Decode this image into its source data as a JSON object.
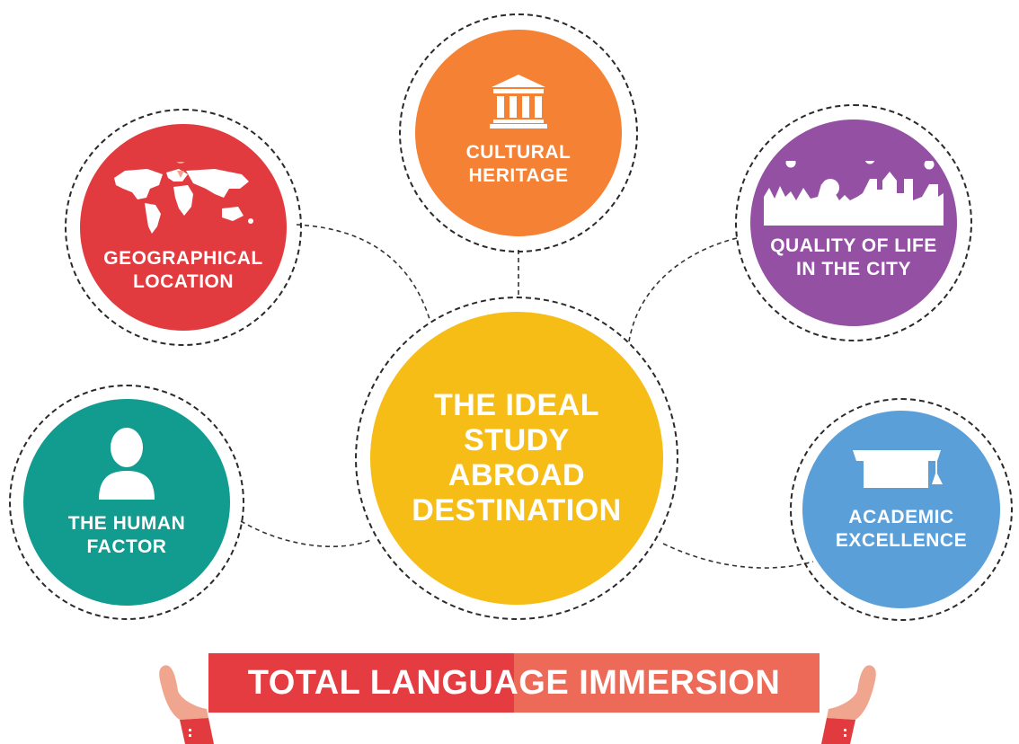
{
  "colors": {
    "geographical": "#e23b3f",
    "cultural": "#f48134",
    "quality": "#9450a3",
    "human": "#119c8f",
    "academic": "#5b9fd9",
    "center": "#f6bd17",
    "banner_left": "#e43c41",
    "banner_right": "#ee6a58",
    "sleeve": "#e23b3f",
    "skin": "#f0a58e"
  },
  "center": {
    "label": "THE IDEAL\nSTUDY\nABROAD\nDESTINATION"
  },
  "nodes": {
    "geographical": {
      "label": "GEOGRAPHICAL\nLOCATION",
      "icon": "world-map-icon"
    },
    "cultural": {
      "label": "CULTURAL\nHERITAGE",
      "icon": "museum-icon"
    },
    "quality": {
      "label": "QUALITY OF LIFE\nIN THE CITY",
      "icon": "city-skyline-icon"
    },
    "human": {
      "label": "THE HUMAN\nFACTOR",
      "icon": "person-icon"
    },
    "academic": {
      "label": "ACADEMIC\nEXCELLENCE",
      "icon": "graduation-cap-icon"
    }
  },
  "banner": {
    "text": "TOTAL LANGUAGE IMMERSION"
  }
}
